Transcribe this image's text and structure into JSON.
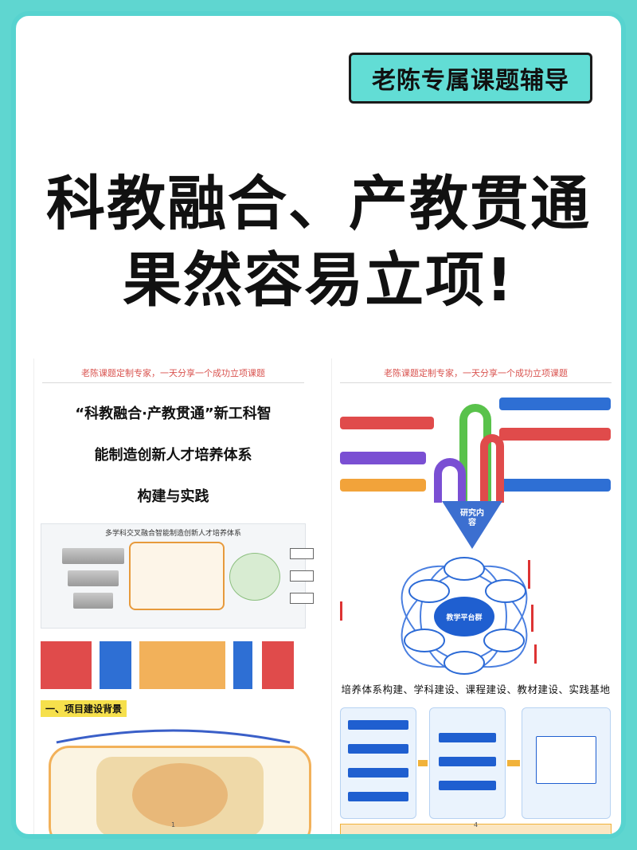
{
  "badge": "老陈专属课题辅导",
  "headline": {
    "line1": "科教融合、产教贯通",
    "line2": "果然容易立项!"
  },
  "left_page": {
    "watermark": "老陈课题定制专家，一天分享一个成功立项课题",
    "title_line1": "“科教融合·产教贯通”新工科智",
    "title_line2": "能制造创新人才培养体系",
    "title_line3": "构建与实践",
    "diagram_a_title": "多学科交叉融合智能制造创新人才培养体系",
    "section_tag": "一、项目建设背景",
    "page_number": "1"
  },
  "right_page": {
    "watermark": "老陈课题定制专家，一天分享一个成功立项课题",
    "arrow_label": "研究内容",
    "hub_label": "教学平台群",
    "caption": "培养体系构建、学科建设、课程建设、教材建设、实践基地",
    "page_number": "4"
  },
  "colors": {
    "frame": "#57d3cf",
    "badge_bg": "#62ddd5",
    "accent_blue": "#1f5fd0",
    "accent_orange": "#f2b15a",
    "accent_red": "#e04b4b"
  }
}
